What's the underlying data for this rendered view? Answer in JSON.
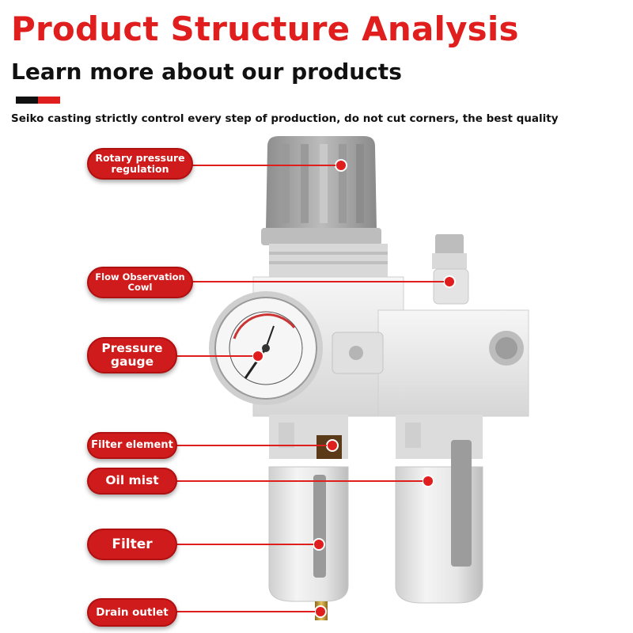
{
  "header": {
    "title": "Product Structure Analysis",
    "subtitle": "Learn more about our products",
    "tagline": "Seiko casting strictly control every step of production, do not cut corners, the best quality"
  },
  "labels": {
    "rotary": "Rotary pressure regulation",
    "flow": "Flow Observation Cowl",
    "gauge": "Pressure gauge",
    "filter_element": "Filter element",
    "oil_mist": "Oil mist",
    "filter": "Filter",
    "drain": "Drain outlet"
  },
  "colors": {
    "accent": "#e01e1e",
    "pill": "#cf1b1b",
    "body": "#e8e8e8",
    "knob": "#a8a8a8"
  }
}
